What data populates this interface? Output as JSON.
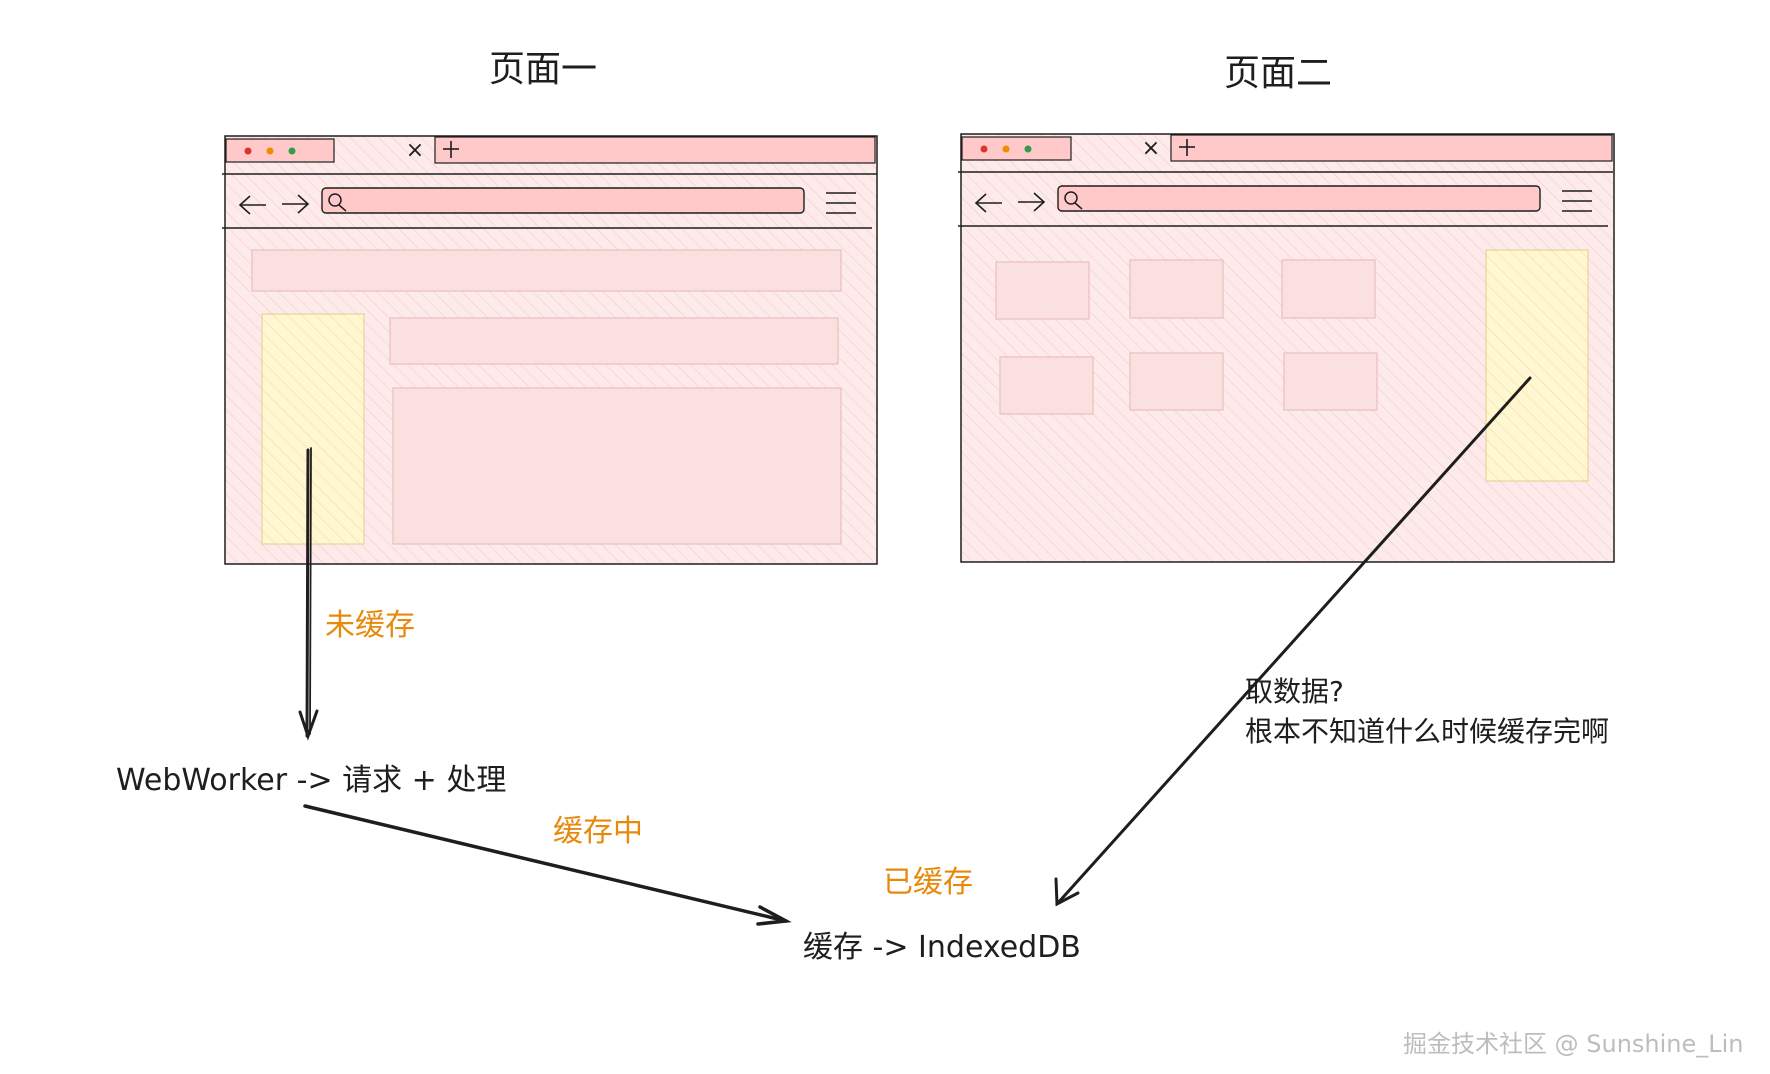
{
  "page_one": {
    "title": "页面一"
  },
  "page_two": {
    "title": "页面二"
  },
  "browser": {
    "close_glyph": "×",
    "plus_glyph": "+"
  },
  "labels": {
    "not_cached": "未缓存",
    "caching": "缓存中",
    "cached": "已缓存",
    "webworker": "WebWorker -> 请求 + 处理",
    "cache_target": "缓存 -> IndexedDB",
    "question_line1": "取数据?",
    "question_line2": "根本不知道什么时候缓存完啊"
  },
  "watermark": "掘金技术社区 @ Sunshine_Lin",
  "colors": {
    "window_fill": "#fdeaea",
    "tab_fill": "#ffc9c9",
    "yellow_block": "#fff3bf",
    "orange_text": "#e8890c",
    "stroke": "#1e1e1e"
  },
  "icons": [
    "dot-red-icon",
    "dot-orange-icon",
    "dot-green-icon",
    "close-icon",
    "plus-icon",
    "arrow-left-icon",
    "arrow-right-icon",
    "search-icon",
    "menu-icon"
  ]
}
